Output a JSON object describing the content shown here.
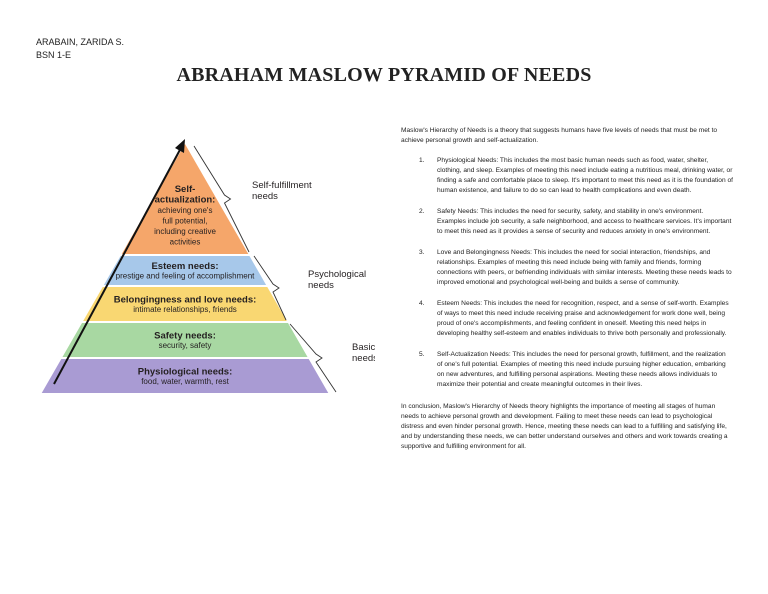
{
  "header": {
    "author_name": "ARABAIN, ZARIDA S.",
    "course": "BSN 1-E",
    "title": "ABRAHAM MASLOW PYRAMID OF NEEDS"
  },
  "pyramid": {
    "levels": [
      {
        "title_lines": [
          "Self-",
          "actualization:"
        ],
        "desc_lines": [
          "achieving one's",
          "full potential,",
          "including creative",
          "activities"
        ],
        "color": "#f5a66a"
      },
      {
        "title_lines": [
          "Esteem needs:"
        ],
        "desc_lines": [
          "prestige and feeling of accomplishment"
        ],
        "color": "#a7c8ea"
      },
      {
        "title_lines": [
          "Belongingness and love needs:"
        ],
        "desc_lines": [
          "intimate relationships, friends"
        ],
        "color": "#f9d772"
      },
      {
        "title_lines": [
          "Safety needs:"
        ],
        "desc_lines": [
          "security, safety"
        ],
        "color": "#a8d8a2"
      },
      {
        "title_lines": [
          "Physiological needs:"
        ],
        "desc_lines": [
          "food, water, warmth, rest"
        ],
        "color": "#a99bd3"
      }
    ],
    "brackets": [
      {
        "label_lines": [
          "Self-fulfillment",
          "needs"
        ]
      },
      {
        "label_lines": [
          "Psychological",
          "needs"
        ]
      },
      {
        "label_lines": [
          "Basic",
          "needs"
        ]
      }
    ]
  },
  "body": {
    "intro": "Maslow's Hierarchy of Needs is a theory that suggests humans have five levels of needs that must be met to achieve personal growth and self-actualization.",
    "items": [
      {
        "num": "1.",
        "text": "Physiological Needs: This includes the most basic human needs such as food, water, shelter, clothing, and sleep. Examples of meeting this need include eating a nutritious meal, drinking water, or finding a safe and comfortable place to sleep. It's important to meet this need as it is the foundation of human existence, and failure to do so can lead to health complications and even death."
      },
      {
        "num": "2.",
        "text": "Safety Needs: This includes the need for security, safety, and stability in one's environment. Examples include job security, a safe neighborhood, and access to healthcare services. It's important to meet this need as it provides a sense of security and reduces anxiety in one's environment."
      },
      {
        "num": "3.",
        "text": "Love and Belongingness Needs: This includes the need for social interaction, friendships, and relationships. Examples of meeting this need include being with family and friends, forming connections with peers, or befriending individuals with similar interests. Meeting these needs leads to improved emotional and psychological well-being and builds a sense of community."
      },
      {
        "num": "4.",
        "text": "Esteem Needs: This includes the need for recognition, respect, and a sense of self-worth. Examples of ways to meet this need include receiving praise and acknowledgement for work done well, being proud of one's accomplishments, and feeling confident in oneself. Meeting this need helps in developing healthy self-esteem and enables individuals to thrive both personally and professionally."
      },
      {
        "num": "5.",
        "text": "Self-Actualization Needs: This includes the need for personal growth, fulfillment, and the realization of one's full potential. Examples of meeting this need include pursuing higher education, embarking on new adventures, and fulfilling personal aspirations. Meeting these needs allows individuals to maximize their potential and create meaningful outcomes in their lives."
      }
    ],
    "conclusion": "In conclusion, Maslow's Hierarchy of Needs theory highlights the importance of meeting all stages of human needs to achieve personal growth and development. Failing to meet these needs can lead to psychological distress and even hinder personal growth. Hence, meeting these needs can lead to a fulfilling and satisfying life, and by understanding these needs, we can better understand ourselves and others and work towards creating a supportive and fulfilling environment for all."
  }
}
